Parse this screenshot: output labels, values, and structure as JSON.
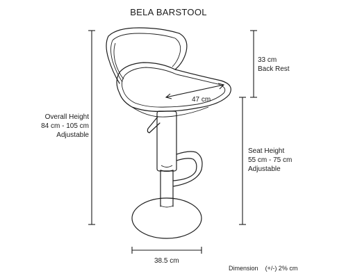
{
  "title": "BELA BARSTOOL",
  "dimensions": {
    "overall_height": {
      "label": "Overall Height",
      "value": "84 cm - 105 cm",
      "note": "Adjustable"
    },
    "back_rest": {
      "value": "33 cm",
      "label": "Back Rest"
    },
    "seat_width": {
      "value": "47 cm"
    },
    "seat_height": {
      "label": "Seat Height",
      "value": "55 cm - 75 cm",
      "note": "Adjustable"
    },
    "base_diameter": {
      "value": "38.5 cm"
    }
  },
  "tolerance": {
    "label": "Dimension",
    "value": "(+/-) 2% cm"
  }
}
